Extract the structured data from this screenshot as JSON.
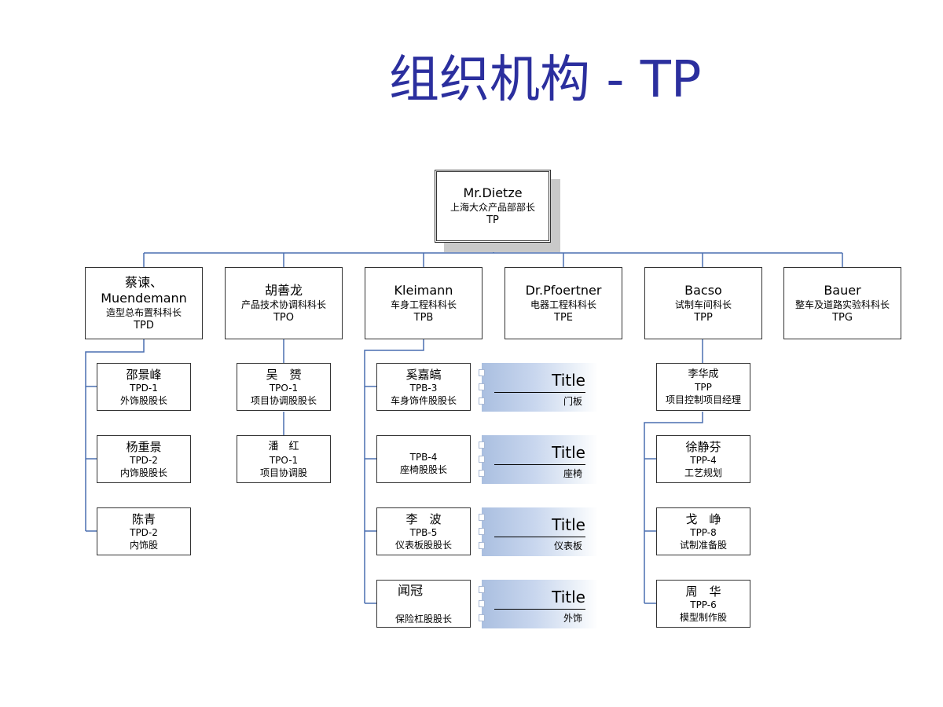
{
  "slide_title": "组织机构 - TP",
  "root": {
    "name": "Mr.Dietze",
    "role": "上海大众产品部部长",
    "code": "TP"
  },
  "departments": [
    {
      "name": "蔡谏、Muendemann",
      "role": "造型总布置科科长",
      "code": "TPD"
    },
    {
      "name": "胡善龙",
      "role": "产品技术协调科科长",
      "code": "TPO"
    },
    {
      "name": "Kleimann",
      "role": "车身工程科科长",
      "code": "TPB"
    },
    {
      "name": "Dr.Pfoertner",
      "role": "电器工程科科长",
      "code": "TPE"
    },
    {
      "name": "Bacso",
      "role": "试制车间科长",
      "code": "TPP"
    },
    {
      "name": "Bauer",
      "role": "整车及道路实验科科长",
      "code": "TPG"
    }
  ],
  "tpd_sections": [
    {
      "name": "邵景峰",
      "code": "TPD-1",
      "role": "外饰股股长"
    },
    {
      "name": "杨重景",
      "code": "TPD-2",
      "role": "内饰股股长"
    },
    {
      "name": "陈青",
      "code": "TPD-2",
      "role": "内饰股"
    }
  ],
  "tpo_sections": [
    {
      "name": "吴　赟",
      "code": "TPO-1",
      "role": "项目协调股股长"
    },
    {
      "name": "潘　红",
      "code": "TPO-1",
      "role": "项目协调股"
    }
  ],
  "tpb_sections": [
    {
      "name": "奚嘉皜",
      "code": "TPB-3",
      "role": "车身饰件股股长"
    },
    {
      "name": "",
      "code": "TPB-4",
      "role": "座椅股股长"
    },
    {
      "name": "李　波",
      "code": "TPB-5",
      "role": "仪表板股股长"
    },
    {
      "name": "闻冠",
      "code": "",
      "role": "保险杠股股长"
    }
  ],
  "tpb_cards": [
    {
      "title": "Title",
      "sub": "门板"
    },
    {
      "title": "Title",
      "sub": "座椅"
    },
    {
      "title": "Title",
      "sub": "仪表板"
    },
    {
      "title": "Title",
      "sub": "外饰"
    }
  ],
  "tpp_head": {
    "name": "李华成",
    "code": "TPP",
    "role": "项目控制项目经理"
  },
  "tpp_sections": [
    {
      "name": "徐静芬",
      "code": "TPP-4",
      "role": "工艺规划"
    },
    {
      "name": "戈　峥",
      "code": "TPP-8",
      "role": "试制准备股"
    },
    {
      "name": "周　华",
      "code": "TPP-6",
      "role": "模型制作股"
    }
  ],
  "colors": {
    "title": "#2b2f9e",
    "connector": "#4a6fb0",
    "card_fill": "#aabfe0"
  }
}
